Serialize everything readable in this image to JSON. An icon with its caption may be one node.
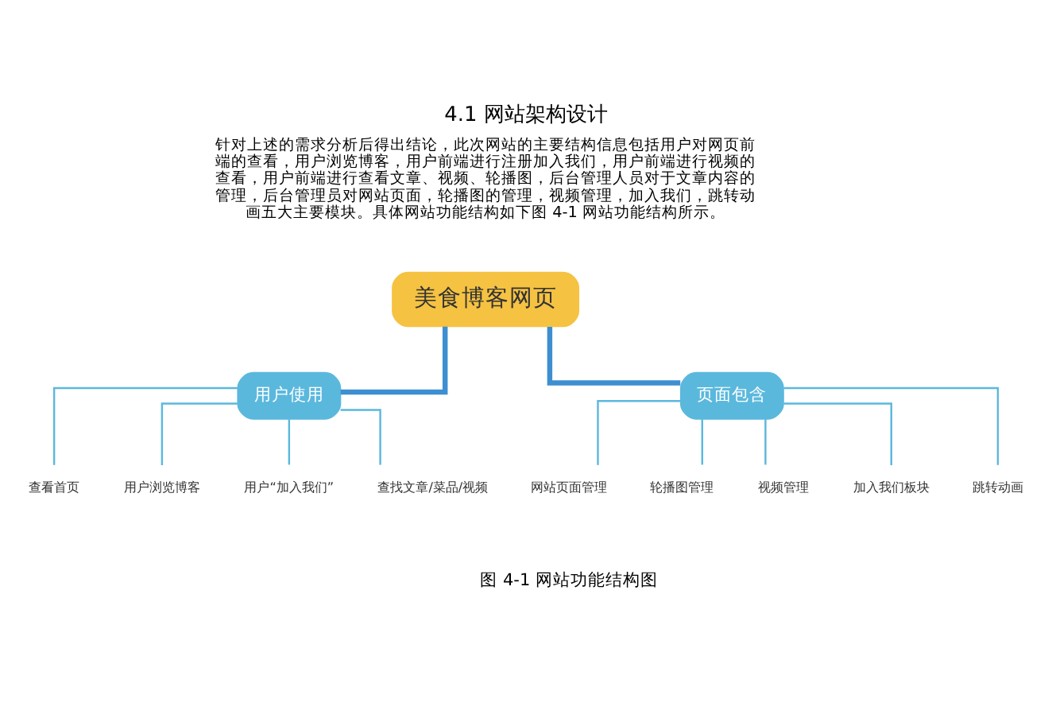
{
  "diagram": {
    "title": "4.1 网站架构设计",
    "caption": "图 4-1 网站功能结构图",
    "nodes": [
      {
        "text": [
          "美食博客网页"
        ]
      },
      {
        "text": [
          "用户使用"
        ]
      },
      {
        "text": [
          "页面包含"
        ]
      },
      {
        "text": [
          "查看首页"
        ]
      },
      {
        "text": [
          "用户浏览博客"
        ]
      },
      {
        "text": [
          "用户“加入我们”"
        ]
      },
      {
        "text": [
          "查找文章/菜品/视频"
        ]
      },
      {
        "text": [
          "网站页面管理"
        ]
      },
      {
        "text": [
          "轮播图管理"
        ]
      },
      {
        "text": [
          "视频管理"
        ]
      },
      {
        "text": [
          "加入我们板块"
        ]
      },
      {
        "text": [
          "跳转动画"
        ]
      }
    ],
    "edges": [
      {
        "from": 0,
        "to": 1,
        "arrow": "none",
        "style": "thick",
        "color": "#3d8fd1"
      },
      {
        "from": 0,
        "to": 2,
        "arrow": "none",
        "style": "thick",
        "color": "#3d8fd1"
      },
      {
        "from": 1,
        "to": 3,
        "arrow": "none"
      },
      {
        "from": 1,
        "to": 4,
        "arrow": "none"
      },
      {
        "from": 1,
        "to": 5,
        "arrow": "none"
      },
      {
        "from": 1,
        "to": 6,
        "arrow": "none"
      },
      {
        "from": 2,
        "to": 7,
        "arrow": "none"
      },
      {
        "from": 2,
        "to": 8,
        "arrow": "none"
      },
      {
        "from": 2,
        "to": 9,
        "arrow": "none"
      },
      {
        "from": 2,
        "to": 10,
        "arrow": "none"
      },
      {
        "from": 2,
        "to": 11,
        "arrow": "none"
      }
    ],
    "labels": [
      "针对上述的需求分析后得出结论，此次网站的主要结构信息包括用户对网页前端的查看，用户浏览博客，用户前端进行注册加入我们，用户前端进行视频的查看，用户前端进行查看文章、视频、轮播图，后台管理人员对于文章内容的管理，后台管理员对网站页面，轮播图的管理，视频管理，加入我们，跳转动画五大主要模块。具体网站功能结构如下图 4-1 网站功能结构所示。"
    ]
  }
}
